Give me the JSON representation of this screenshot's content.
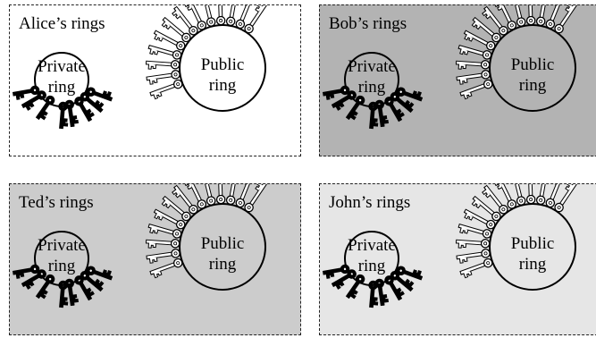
{
  "panels": [
    {
      "title": "Alice’s rings",
      "background": "#ffffff"
    },
    {
      "title": "Bob’s rings",
      "background": "#b3b3b3"
    },
    {
      "title": "Ted’s rings",
      "background": "#cccccc"
    },
    {
      "title": "John’s rings",
      "background": "#e6e6e6"
    }
  ],
  "rings": {
    "private_line1": "Private",
    "private_line2": "ring",
    "public_line1": "Public",
    "public_line2": "ring"
  },
  "key_colors": {
    "private": "#000000",
    "public": "#ffffff"
  }
}
